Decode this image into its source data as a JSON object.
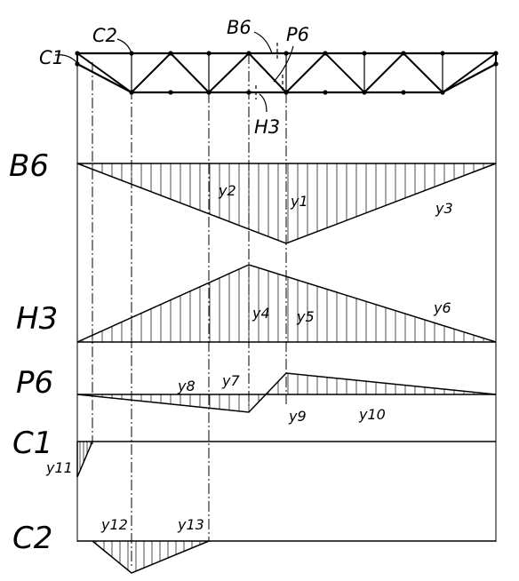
{
  "truss": {
    "labels": {
      "c1": "C1",
      "c2": "C2",
      "b6": "B6",
      "p6": "P6",
      "h3": "H3"
    }
  },
  "influence_lines": {
    "b6": {
      "label": "B6",
      "ordinates": {
        "y2": "y2",
        "y1": "y1",
        "y3": "y3"
      }
    },
    "h3": {
      "label": "H3",
      "ordinates": {
        "y4": "y4",
        "y5": "y5",
        "y6": "y6"
      }
    },
    "p6": {
      "label": "P6",
      "ordinates": {
        "y8": "y8",
        "y7": "y7",
        "y9": "y9",
        "y10": "y10"
      }
    },
    "c1": {
      "label": "C1",
      "ordinates": {
        "y11": "y11"
      }
    },
    "c2": {
      "label": "C2",
      "ordinates": {
        "y12": "y12",
        "y13": "y13"
      }
    }
  },
  "colors": {
    "ink": "#000000",
    "background": "#ffffff"
  }
}
